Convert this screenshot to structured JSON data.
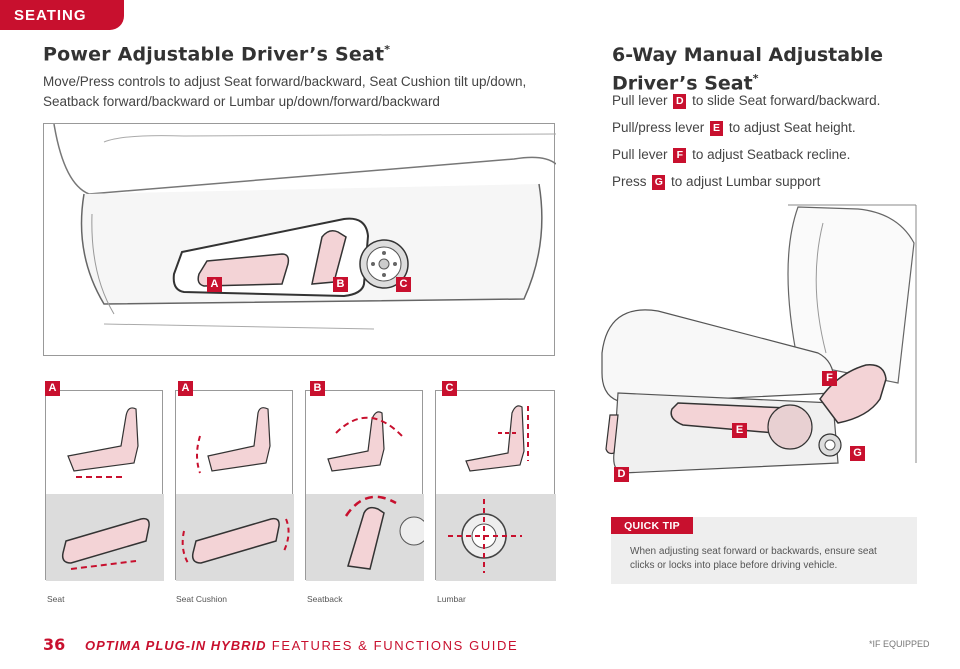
{
  "section_tab": "SEATING",
  "power_seat": {
    "title": "Power Adjustable Driver’s Seat",
    "title_mark": "*",
    "description": "Move/Press controls to adjust Seat forward/backward, Seat Cushion tilt up/down, Seatback forward/backward or Lumbar up/down/forward/backward",
    "callouts": [
      "A",
      "B",
      "C"
    ],
    "panels": [
      {
        "badge": "A",
        "caption": "Seat"
      },
      {
        "badge": "A",
        "caption": "Seat Cushion"
      },
      {
        "badge": "B",
        "caption": "Seatback"
      },
      {
        "badge": "C",
        "caption": "Lumbar"
      }
    ]
  },
  "manual_seat": {
    "title": "6-Way Manual Adjustable Driver’s Seat",
    "title_mark": "*",
    "steps": [
      {
        "prefix": "Pull lever",
        "badge": "D",
        "suffix": "to slide Seat forward/backward."
      },
      {
        "prefix": "Pull/press lever",
        "badge": "E",
        "suffix": "to adjust Seat height."
      },
      {
        "prefix": "Pull lever",
        "badge": "F",
        "suffix": "to adjust Seatback recline."
      },
      {
        "prefix": "Press",
        "badge": "G",
        "suffix": "to adjust Lumbar support"
      }
    ],
    "callouts": [
      "D",
      "E",
      "F",
      "G"
    ]
  },
  "quick_tip": {
    "label": "QUICK TIP",
    "text": "When adjusting seat forward or backwards, ensure seat clicks or locks into place before driving vehicle."
  },
  "footer": {
    "page_number": "36",
    "model": "OPTIMA PLUG-IN HYBRID",
    "guide": "FEATURES & FUNCTIONS GUIDE",
    "note": "*IF EQUIPPED"
  },
  "colors": {
    "brand_red": "#c8102e",
    "tip_bg": "#eeeeee",
    "highlight_pink": "#f3d3d6"
  }
}
